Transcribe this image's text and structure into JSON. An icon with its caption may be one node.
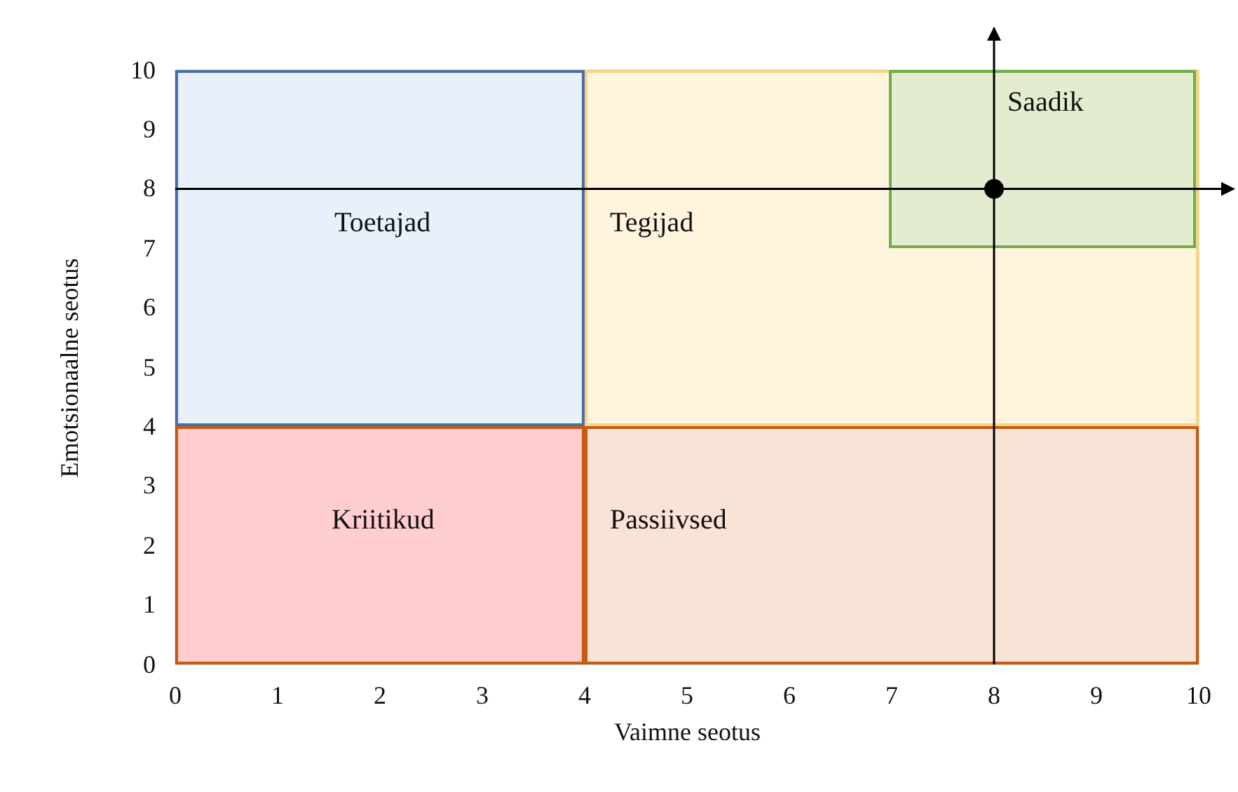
{
  "diagram": {
    "nodes": [
      {
        "text": [
          "Toetajad"
        ]
      },
      {
        "text": [
          "Tegijad"
        ]
      },
      {
        "text": [
          "Saadik"
        ],
        "in": 1
      },
      {
        "text": [
          "Kriitikud"
        ]
      },
      {
        "text": [
          "Passiivsed"
        ]
      }
    ],
    "chart_data": {
      "type": "scatter",
      "xlabel": "Vaimne seotus",
      "ylabel": "Emotsionaalne seotus",
      "x": [
        8
      ],
      "values": [
        8
      ],
      "xlim": [
        0,
        10
      ],
      "ylim": [
        0,
        10
      ],
      "xticks": [
        0,
        1,
        2,
        3,
        4,
        5,
        6,
        7,
        8,
        9,
        10
      ],
      "yticks": [
        0,
        1,
        2,
        3,
        4,
        5,
        6,
        7,
        8,
        9,
        10
      ]
    }
  }
}
